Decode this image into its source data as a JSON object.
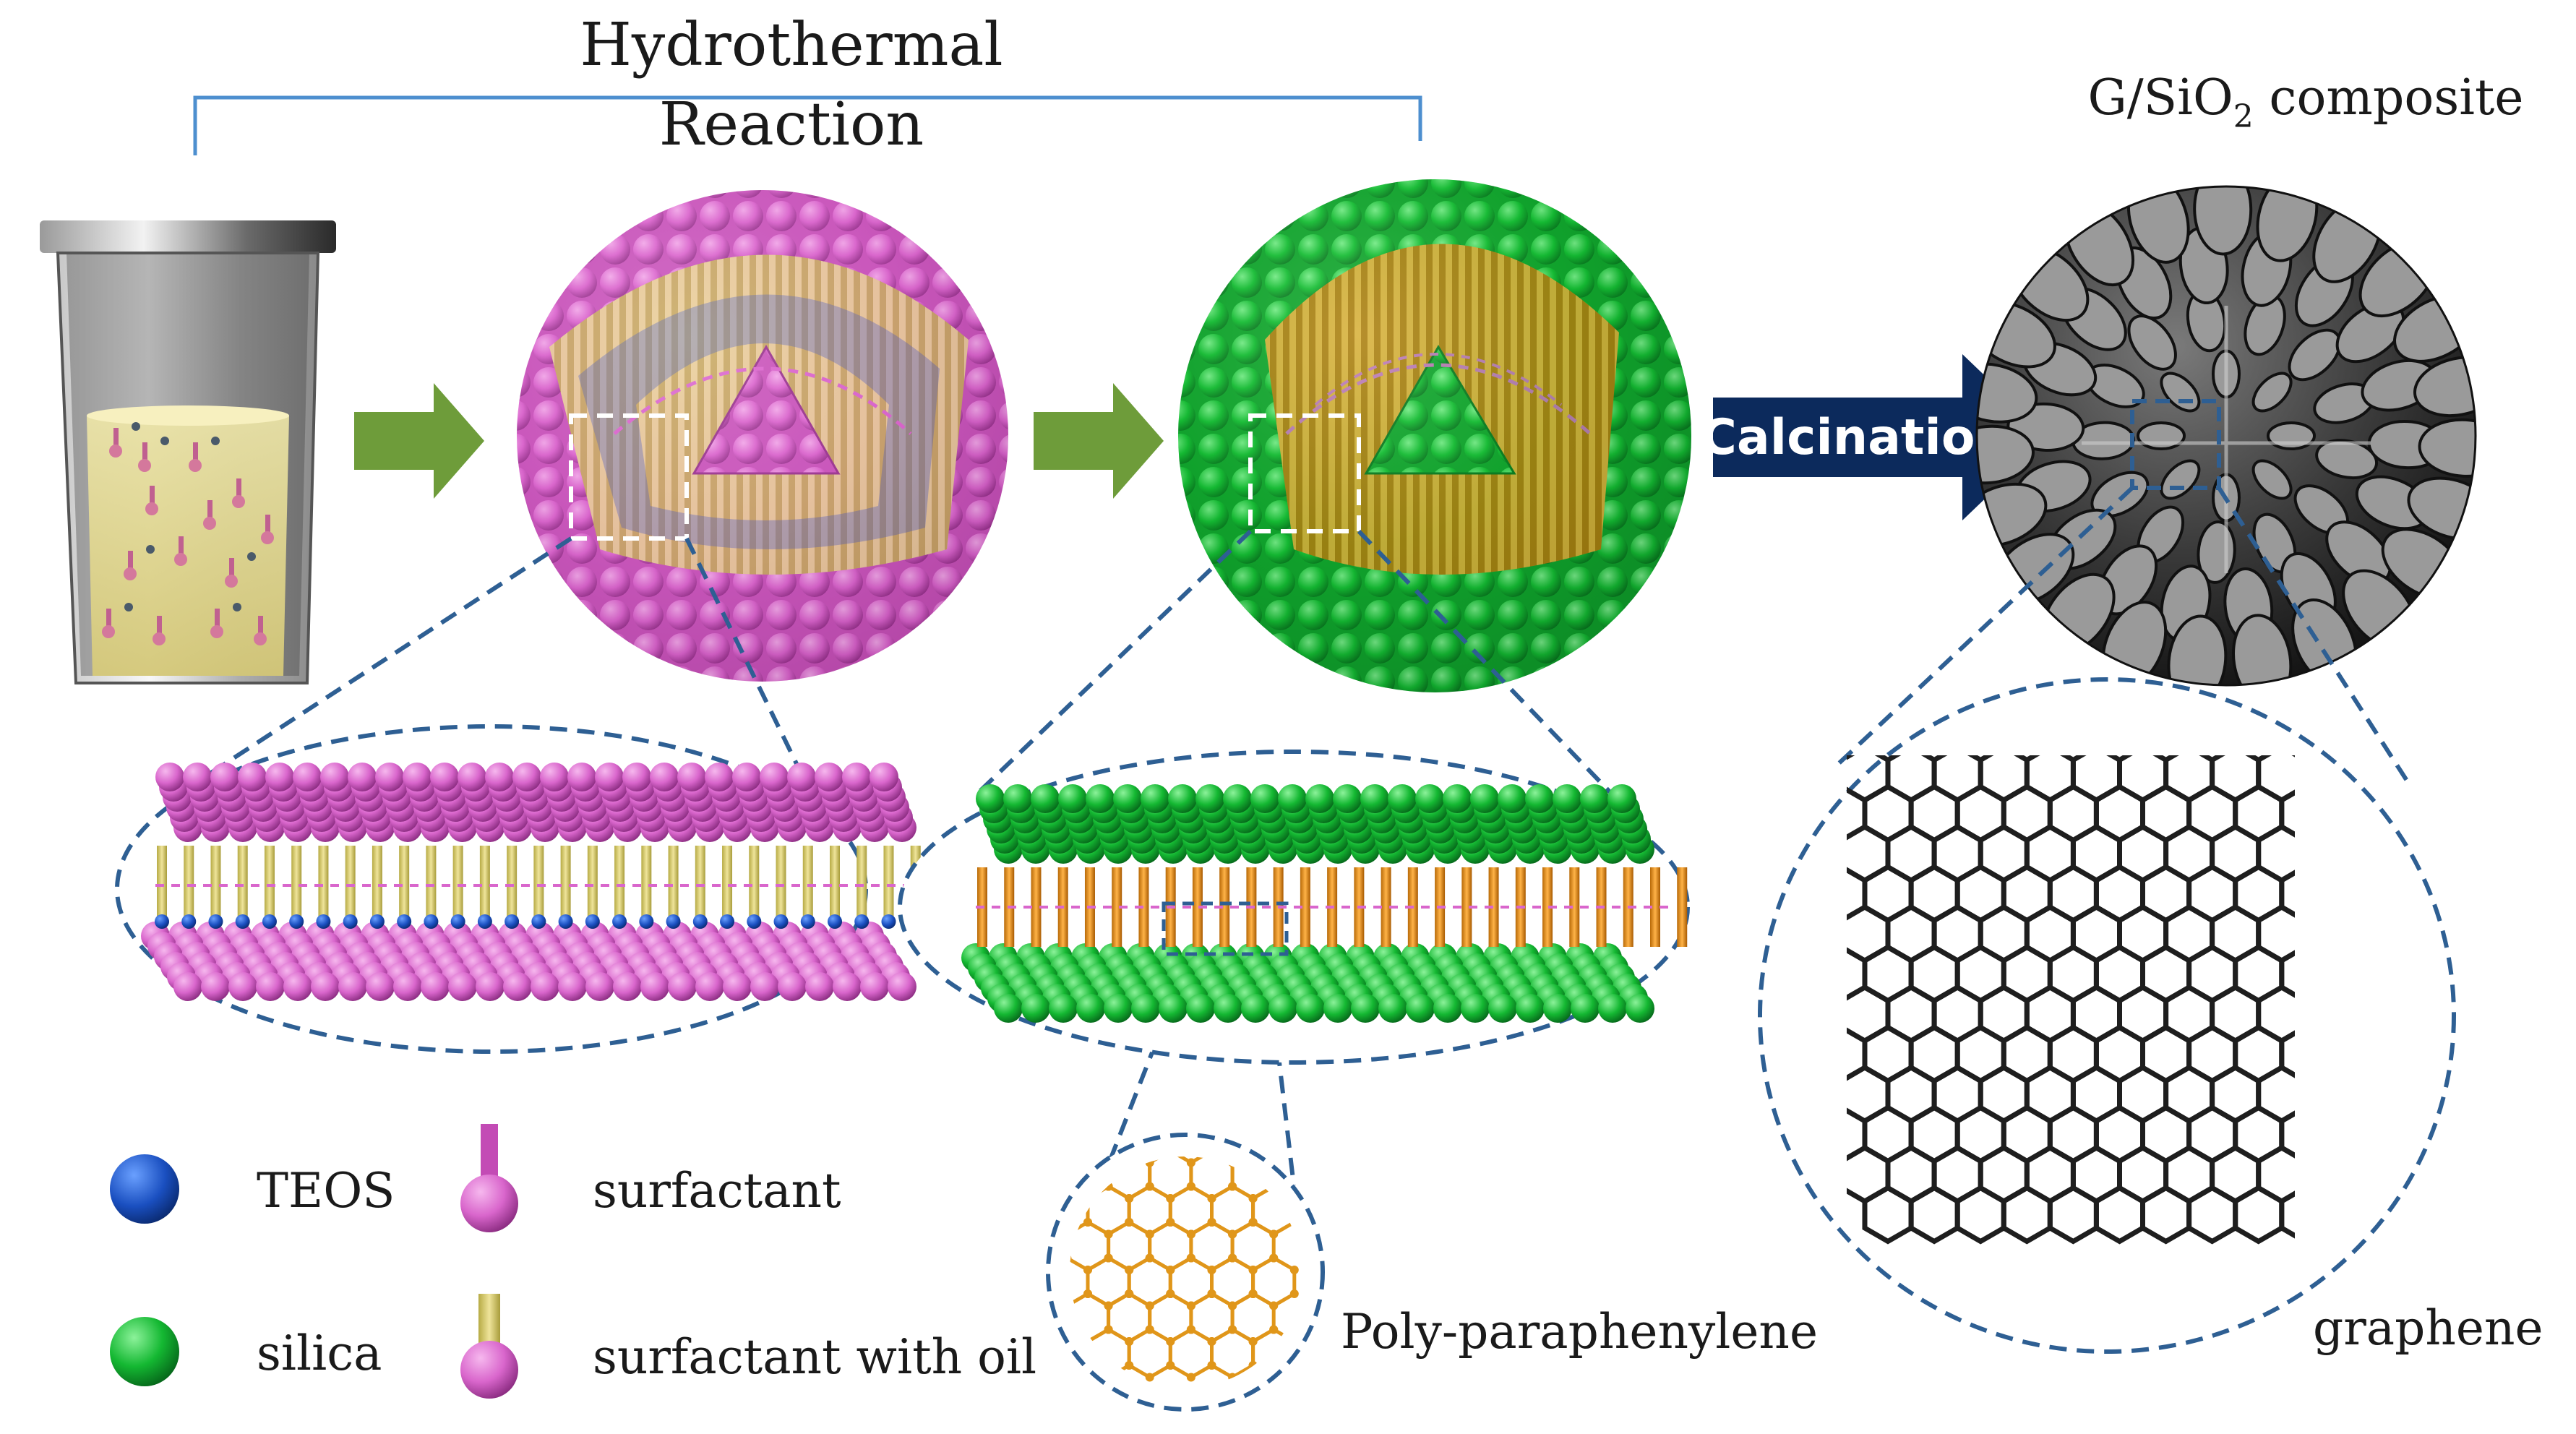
{
  "steps": {
    "hydrothermal_line1": "Hydrothermal",
    "hydrothermal_line2": "Reaction",
    "calcination": "Calcination",
    "composite_prefix": "G/SiO",
    "composite_subscript": "2",
    "composite_suffix": " composite"
  },
  "labels": {
    "poly_paraphenylene": "Poly-paraphenylene",
    "graphene": "graphene"
  },
  "legend": {
    "teos": "TEOS",
    "silica": "silica",
    "surfactant": "surfactant",
    "surfactant_with_oil": "surfactant with oil"
  },
  "colors": {
    "pink": "#d966cc",
    "green": "#14b832",
    "blue": "#1a4fc0",
    "yellow_tail": "#d8cf6a",
    "orange_tail": "#e58c12",
    "dashed_blue": "#2e5f93",
    "arrow_green": "#6e9c3a",
    "arrow_navy": "#0c2a5c",
    "bracket_blue": "#4d8fcf",
    "dark_sphere": "#2e2e2e"
  }
}
